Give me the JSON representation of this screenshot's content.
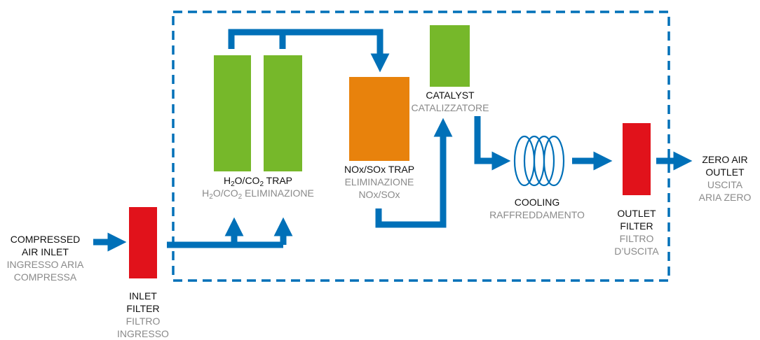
{
  "colors": {
    "flow": "#0070B8",
    "green": "#76B82A",
    "orange": "#E8820C",
    "red": "#E1121B",
    "label": "#111111",
    "label_sub": "#8A8A8A"
  },
  "labels": {
    "compressed_inlet": {
      "en": [
        "COMPRESSED",
        "AIR INLET"
      ],
      "it": [
        "INGRESSO ARIA",
        "COMPRESSA"
      ]
    },
    "inlet_filter": {
      "en": [
        "INLET",
        "FILTER"
      ],
      "it": [
        "FILTRO",
        "INGRESSO"
      ]
    },
    "h2o_trap": {
      "en": {
        "p1": "H",
        "s1": "2",
        "p2": "O/CO",
        "s2": "2",
        "p3": " TRAP"
      },
      "it": {
        "p1": "H",
        "s1": "2",
        "p2": "O/CO",
        "s2": "2",
        "p3": " ELIMINAZIONE"
      }
    },
    "nox_trap": {
      "en": [
        "NOx/SOx TRAP"
      ],
      "it": [
        "ELIMINAZIONE",
        "NOx/SOx"
      ]
    },
    "catalyst": {
      "en": [
        "CATALYST"
      ],
      "it": [
        "CATALIZZATORE"
      ]
    },
    "cooling": {
      "en": [
        "COOLING"
      ],
      "it": [
        "RAFFREDDAMENTO"
      ]
    },
    "outlet_filter": {
      "en": [
        "OUTLET",
        "FILTER"
      ],
      "it": [
        "FILTRO",
        "D’USCITA"
      ]
    },
    "zero_air": {
      "en": [
        "ZERO AIR",
        "OUTLET"
      ],
      "it": [
        "USCITA",
        "ARIA ZERO"
      ]
    }
  }
}
